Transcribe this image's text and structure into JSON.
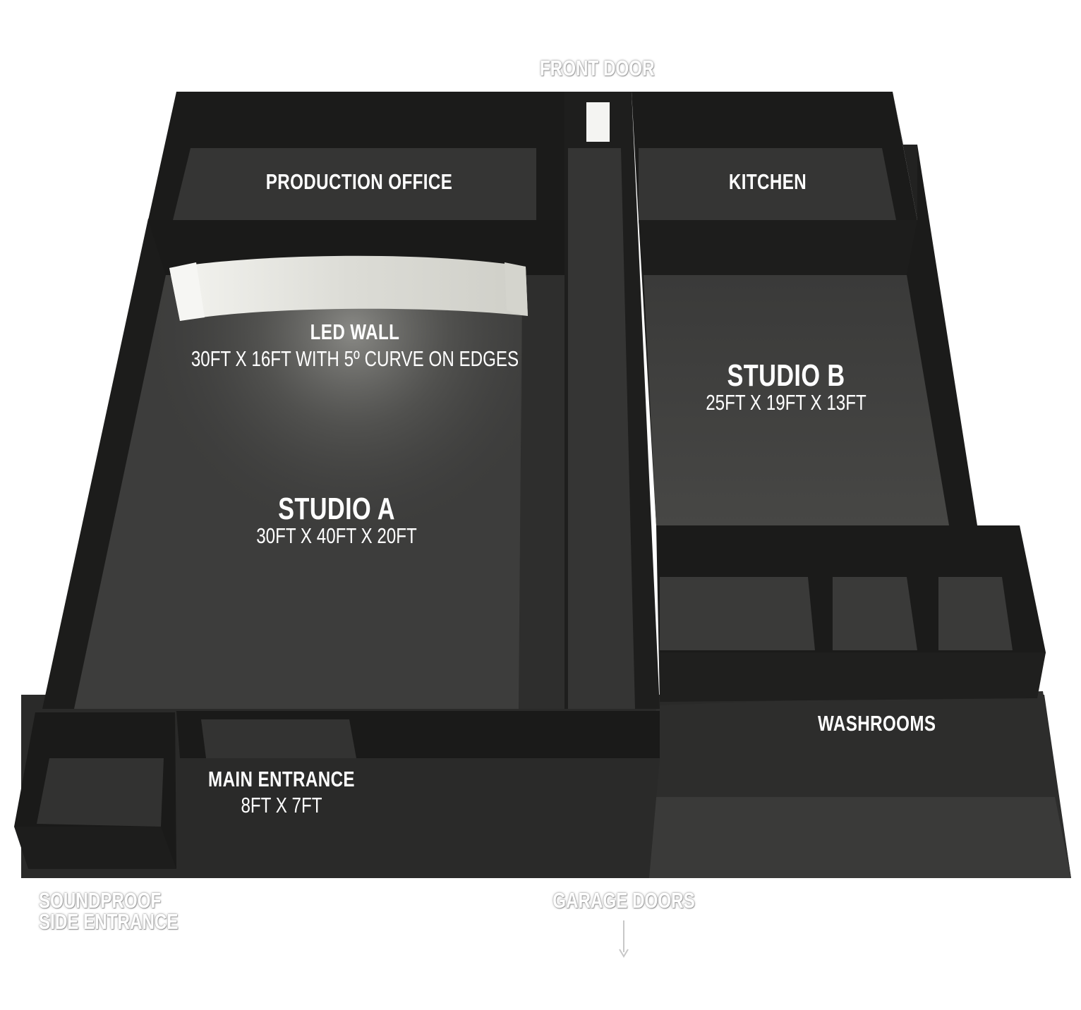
{
  "rooms": {
    "production_office": {
      "name": "PRODUCTION OFFICE"
    },
    "kitchen": {
      "name": "KITCHEN"
    },
    "led_wall": {
      "name": "LED WALL",
      "dims": "30FT X 16FT WITH 5º CURVE ON EDGES"
    },
    "studio_b": {
      "name": "STUDIO B",
      "dims": "25FT X 19FT X 13FT"
    },
    "studio_a": {
      "name": "STUDIO A",
      "dims": "30FT X 40FT X 20FT"
    },
    "washrooms": {
      "name": "WASHROOMS"
    },
    "main_entrance": {
      "name": "MAIN ENTRANCE",
      "dims": "8FT X 7FT"
    }
  },
  "exterior": {
    "front_door": "FRONT DOOR",
    "garage_doors": "GARAGE DOORS",
    "side_entrance_line1": "SOUNDPROOF",
    "side_entrance_line2": "SIDE ENTRANCE"
  },
  "colors": {
    "wall_top": "#1a1a1a",
    "wall_inner": "#2c2c2b",
    "floor": "#3c3c3b",
    "led_panel": "#e6e6e0"
  }
}
